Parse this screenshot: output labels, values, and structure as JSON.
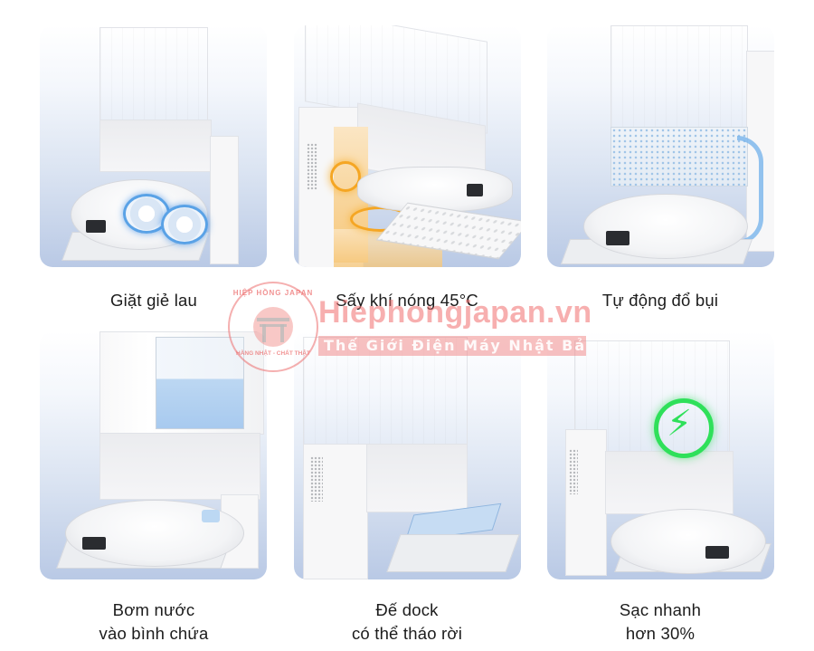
{
  "features": [
    {
      "id": "mop-washing",
      "caption_lines": [
        "Giặt giẻ lau"
      ],
      "illustration": "robot-dock-mop-washing"
    },
    {
      "id": "hot-air-drying",
      "caption_lines": [
        "Sấy khí nóng 45°C"
      ],
      "illustration": "robot-dock-hot-air-drying"
    },
    {
      "id": "auto-dust-emptying",
      "caption_lines": [
        "Tự động đổ bụi"
      ],
      "illustration": "robot-dock-dust-emptying"
    },
    {
      "id": "water-refill",
      "caption_lines": [
        "Bơm nước",
        "vào bình chứa"
      ],
      "illustration": "robot-dock-water-tank"
    },
    {
      "id": "detachable-base",
      "caption_lines": [
        "Đế dock",
        "có thể tháo rời"
      ],
      "illustration": "robot-dock-detachable-base"
    },
    {
      "id": "fast-charging",
      "caption_lines": [
        "Sạc nhanh",
        "hơn 30%"
      ],
      "illustration": "robot-dock-fast-charging"
    }
  ],
  "watermark": {
    "logo_top_text": "HIỆP HỒNG JAPAN",
    "logo_bottom_text": "HÀNG NHẬT - CHẤT THẬT",
    "site": "Hiephongjapan.vn",
    "tagline": "Thế Giới Điện Máy Nhật Bản"
  },
  "colors": {
    "panel_gradient_top": "#ffffff",
    "panel_gradient_bottom": "#b9c9e5",
    "caption_text": "#1c1c1c",
    "mop_glow": "#5aa2e6",
    "heat_glow": "#f5a623",
    "charge_green": "#2fe05a",
    "watermark_red": "#eb5f5f"
  }
}
